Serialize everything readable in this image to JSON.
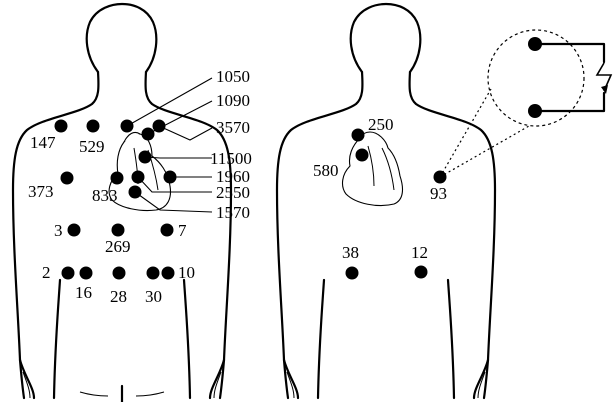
{
  "front_view": {
    "labels": [
      {
        "key": "v1050",
        "text": "1050"
      },
      {
        "key": "v1090",
        "text": "1090"
      },
      {
        "key": "v3570",
        "text": "3570"
      },
      {
        "key": "v11500",
        "text": "11500"
      },
      {
        "key": "v1960",
        "text": "1960"
      },
      {
        "key": "v2550",
        "text": "2550"
      },
      {
        "key": "v1570",
        "text": "1570"
      },
      {
        "key": "v147",
        "text": "147"
      },
      {
        "key": "v529",
        "text": "529"
      },
      {
        "key": "v373",
        "text": "373"
      },
      {
        "key": "v833",
        "text": "833"
      },
      {
        "key": "v3",
        "text": "3"
      },
      {
        "key": "v269",
        "text": "269"
      },
      {
        "key": "v7",
        "text": "7"
      },
      {
        "key": "v2",
        "text": "2"
      },
      {
        "key": "v16",
        "text": "16"
      },
      {
        "key": "v28",
        "text": "28"
      },
      {
        "key": "v30",
        "text": "30"
      },
      {
        "key": "v10",
        "text": "10"
      }
    ]
  },
  "back_view": {
    "labels": [
      {
        "key": "v250",
        "text": "250"
      },
      {
        "key": "v580",
        "text": "580"
      },
      {
        "key": "v93",
        "text": "93"
      },
      {
        "key": "v38",
        "text": "38"
      },
      {
        "key": "v12",
        "text": "12"
      }
    ]
  },
  "inset": {
    "electrodes": 2,
    "symbol": "lightning-bolt"
  }
}
